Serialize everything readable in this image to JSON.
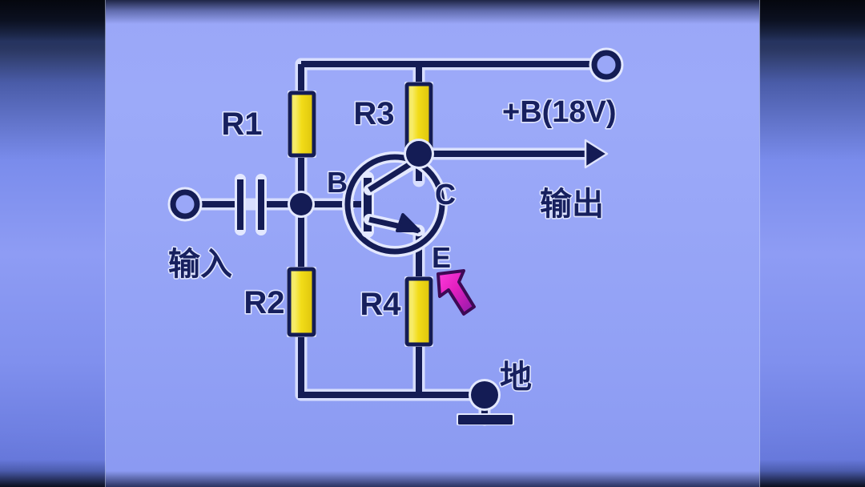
{
  "scene": {
    "kind": "circuit-schematic-video-frame",
    "title_visible": false,
    "background_color": "#99a7f8",
    "ink_color": "#141c55",
    "resistor_fill": "#f2e017",
    "cursor_color": "#e024c8"
  },
  "circuit": {
    "type": "NPN common-emitter transistor bias circuit",
    "supply_label": "+B(18V)",
    "ground_label": "地",
    "input_label": "输入",
    "output_label": "输出",
    "resistors": [
      {
        "id": "R1",
        "label": "R1",
        "role": "upper bias divider"
      },
      {
        "id": "R2",
        "label": "R2",
        "role": "lower bias divider"
      },
      {
        "id": "R3",
        "label": "R3",
        "role": "collector load"
      },
      {
        "id": "R4",
        "label": "R4",
        "role": "emitter degeneration"
      }
    ],
    "transistor": {
      "label_base": "B",
      "label_collector": "C",
      "label_emitter": "E",
      "device": "NPN"
    },
    "components": [
      {
        "name": "input-terminal",
        "kind": "open-terminal"
      },
      {
        "name": "coupling-capacitor",
        "kind": "capacitor"
      },
      {
        "name": "supply-terminal",
        "kind": "open-terminal"
      },
      {
        "name": "ground-symbol",
        "kind": "ground"
      },
      {
        "name": "output-arrow",
        "kind": "arrow"
      }
    ],
    "nodes": [
      {
        "name": "base-node"
      },
      {
        "name": "collector-node"
      },
      {
        "name": "ground-node"
      }
    ],
    "cursor": {
      "name": "mouse-cursor",
      "points_at": "R4",
      "shape": "arrow-up-left"
    }
  }
}
